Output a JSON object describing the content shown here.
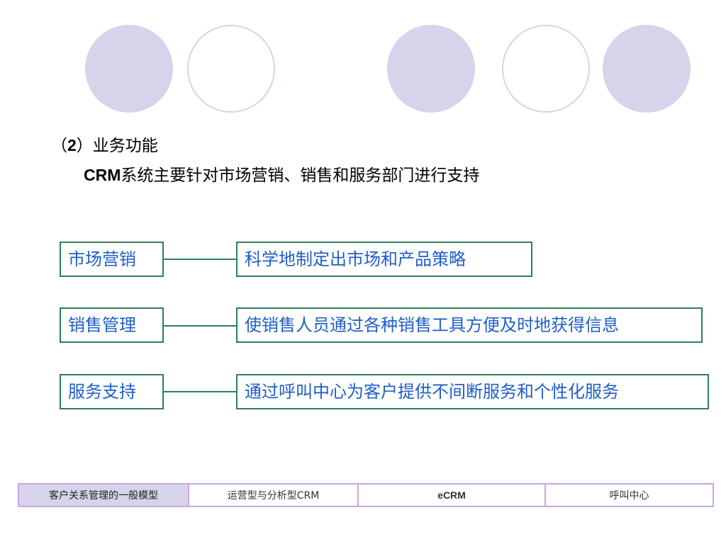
{
  "decor": {
    "circles": [
      "filled",
      "outline",
      "filled",
      "outline",
      "filled"
    ],
    "fill_color": "#d6d4ea"
  },
  "section": {
    "heading_prefix": "（",
    "heading_number": "2",
    "heading_suffix": "）业务功能",
    "subheading_brand": "CRM",
    "subheading_text": "系统主要针对市场营销、销售和服务部门进行支持"
  },
  "rows": [
    {
      "dept": "市场营销",
      "desc": "科学地制定出市场和产品策略"
    },
    {
      "dept": "销售管理",
      "desc": "使销售人员通过各种销售工具方便及时地获得信息"
    },
    {
      "dept": "服务支持",
      "desc": "通过呼叫中心为客户提供不间断服务和个性化服务"
    }
  ],
  "nav_tabs": [
    {
      "label": "客户关系管理的一般模型",
      "active": true
    },
    {
      "label": "运营型与分析型CRM",
      "active": false
    },
    {
      "label": "eCRM",
      "active": false
    },
    {
      "label": "呼叫中心",
      "active": false
    }
  ],
  "colors": {
    "box_border": "#2f7f58",
    "box_text": "#1f5fc8",
    "tab_border": "#c9a6e6",
    "tab_active_bg": "#d6d4ea"
  }
}
